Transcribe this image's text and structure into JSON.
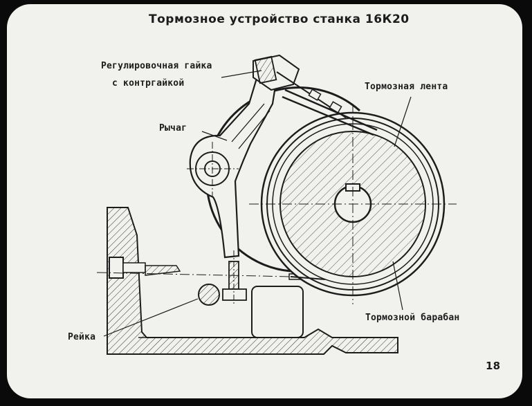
{
  "slide": {
    "title": "Тормозное устройство станка 16К20",
    "page_number": "18"
  },
  "labels": {
    "adjusting_nut_line1": "Регулировочная гайка",
    "adjusting_nut_line2": "с контргайкой",
    "lever": "Рычаг",
    "brake_band": "Тормозная лента",
    "brake_drum": "Тормозной барабан",
    "rack": "Рейка"
  },
  "colors": {
    "background": "#f1f1ed",
    "ink": "#1c1c1c",
    "frame": "#0a0a0a"
  }
}
